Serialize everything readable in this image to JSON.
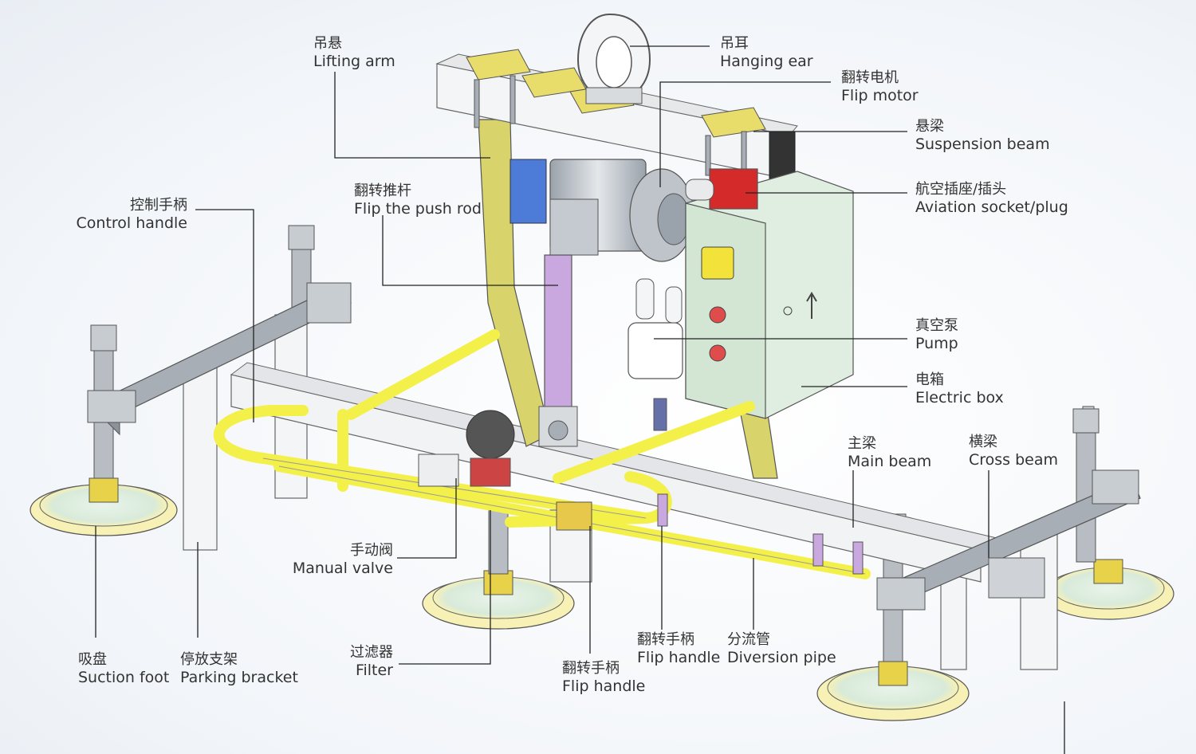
{
  "colors": {
    "yellow_pipe": "#f4f04a",
    "olive_arm": "#d8d36a",
    "lavender_rod": "#c9a8e0",
    "box_green": "#dfeee0",
    "red_socket": "#d42a2a",
    "suction_rim": "#f7f1b6",
    "brass": "#e8d24a",
    "steel": "#a8aeb6",
    "white_beam": "#f4f5f6",
    "leader": "#222222"
  },
  "labels": {
    "lifting_arm": {
      "zh": "吊悬",
      "en": "Lifting arm"
    },
    "hanging_ear": {
      "zh": "吊耳",
      "en": "Hanging ear"
    },
    "flip_motor": {
      "zh": "翻转电机",
      "en": "Flip motor"
    },
    "suspension_beam": {
      "zh": "悬梁",
      "en": "Suspension beam"
    },
    "aviation_socket": {
      "zh": "航空插座/插头",
      "en": "Aviation socket/plug"
    },
    "flip_push_rod": {
      "zh": "翻转推杆",
      "en": "Flip the push rod"
    },
    "control_handle": {
      "zh": "控制手柄",
      "en": "Control handle"
    },
    "pump": {
      "zh": "真空泵",
      "en": "Pump"
    },
    "electric_box": {
      "zh": "电箱",
      "en": "Electric box"
    },
    "main_beam": {
      "zh": "主梁",
      "en": "Main beam"
    },
    "cross_beam": {
      "zh": "横梁",
      "en": "Cross beam"
    },
    "manual_valve": {
      "zh": "手动阀",
      "en": "Manual valve"
    },
    "suction_foot": {
      "zh": "吸盘",
      "en": "Suction foot"
    },
    "parking_bracket": {
      "zh": "停放支架",
      "en": "Parking bracket"
    },
    "filter": {
      "zh": "过滤器",
      "en": "Filter"
    },
    "flip_handle_1": {
      "zh": "翻转手柄",
      "en": "Flip handle"
    },
    "flip_handle_2": {
      "zh": "翻转手柄",
      "en": "Flip handle"
    },
    "diversion_pipe": {
      "zh": "分流管",
      "en": "Diversion pipe"
    }
  }
}
